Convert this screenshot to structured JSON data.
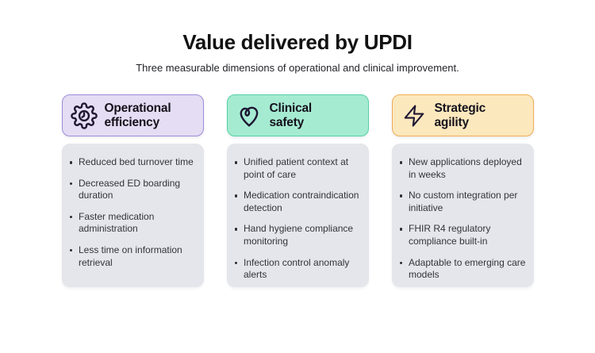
{
  "page": {
    "title": "Value delivered by UPDI",
    "subtitle": "Three measurable dimensions of operational and clinical improvement."
  },
  "colors": {
    "page_bg": "#FFFFFF",
    "card_body_bg": "#E4E6EB",
    "body_text": "#33343A",
    "heading_text": "#15121C",
    "purple_header_bg": "#E4DDF3",
    "purple_header_border": "#9D8CDB",
    "mint_header_bg": "#A5EBD2",
    "mint_header_border": "#56D0A5",
    "yellow_header_bg": "#FCE8BD",
    "yellow_header_border": "#F0AC58"
  },
  "cards": [
    {
      "id": "operational-efficiency",
      "icon": "gear-clock-icon",
      "title_lines": [
        "Operational",
        "efficiency"
      ],
      "bullets": [
        "Reduced bed turnover time",
        "Decreased ED boarding duration",
        "Faster medication administration",
        "Less time on information retrieval"
      ]
    },
    {
      "id": "clinical-safety",
      "icon": "heart-loop-icon",
      "title_lines": [
        "Clinical",
        "safety"
      ],
      "bullets": [
        "Unified patient context at point of care",
        "Medication contraindication detection",
        "Hand hygiene compliance monitoring",
        "Infection control anomaly alerts"
      ]
    },
    {
      "id": "strategic-agility",
      "icon": "lightning-bolt-icon",
      "title_lines": [
        "Strategic",
        "agility"
      ],
      "bullets": [
        "New applications deployed in weeks",
        "No custom integration per initiative",
        "FHIR R4 regulatory compliance built-in",
        "Adaptable to emerging care models"
      ]
    }
  ]
}
